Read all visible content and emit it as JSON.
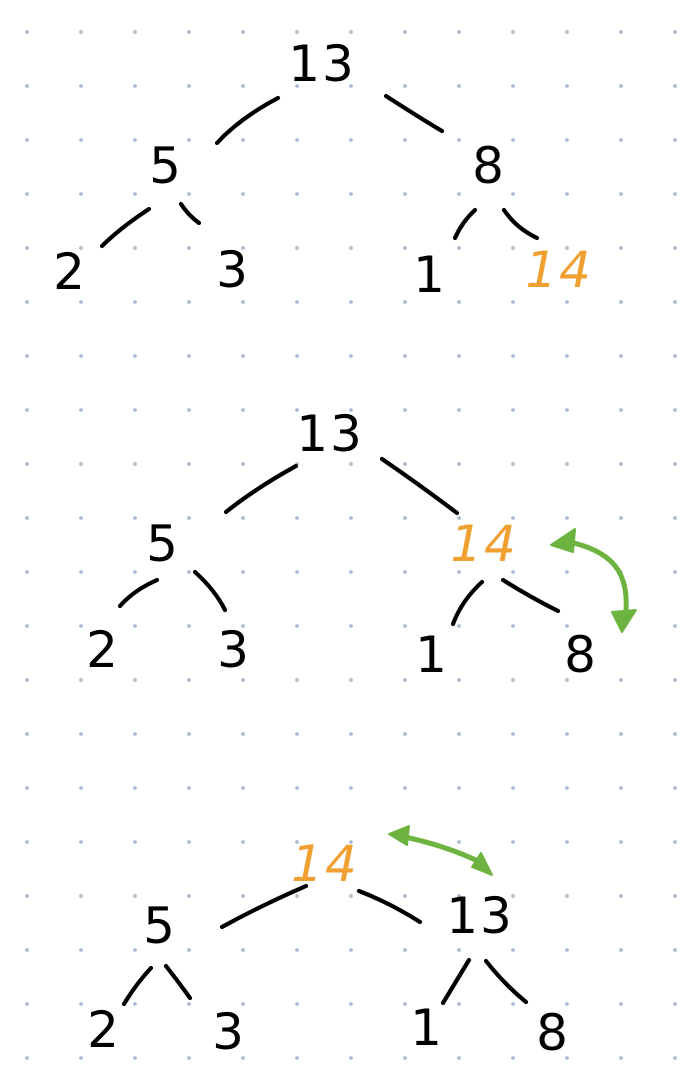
{
  "colors": {
    "ink": "#000000",
    "highlight": "#f0a030",
    "swap_arrow": "#6db33f",
    "grid_dot": "#a9b8cf"
  },
  "tree1": {
    "root": "13",
    "left": "5",
    "right": "8",
    "left_left": "2",
    "left_right": "3",
    "right_left": "1",
    "right_right": "14"
  },
  "tree2": {
    "root": "13",
    "left": "5",
    "right": "14",
    "left_left": "2",
    "left_right": "3",
    "right_left": "1",
    "right_right": "8"
  },
  "tree3": {
    "root": "14",
    "left": "5",
    "right": "13",
    "left_left": "2",
    "left_right": "3",
    "right_left": "1",
    "right_right": "8"
  },
  "highlighted_nodes": [
    "tree1.right_right",
    "tree2.right",
    "tree3.root"
  ]
}
